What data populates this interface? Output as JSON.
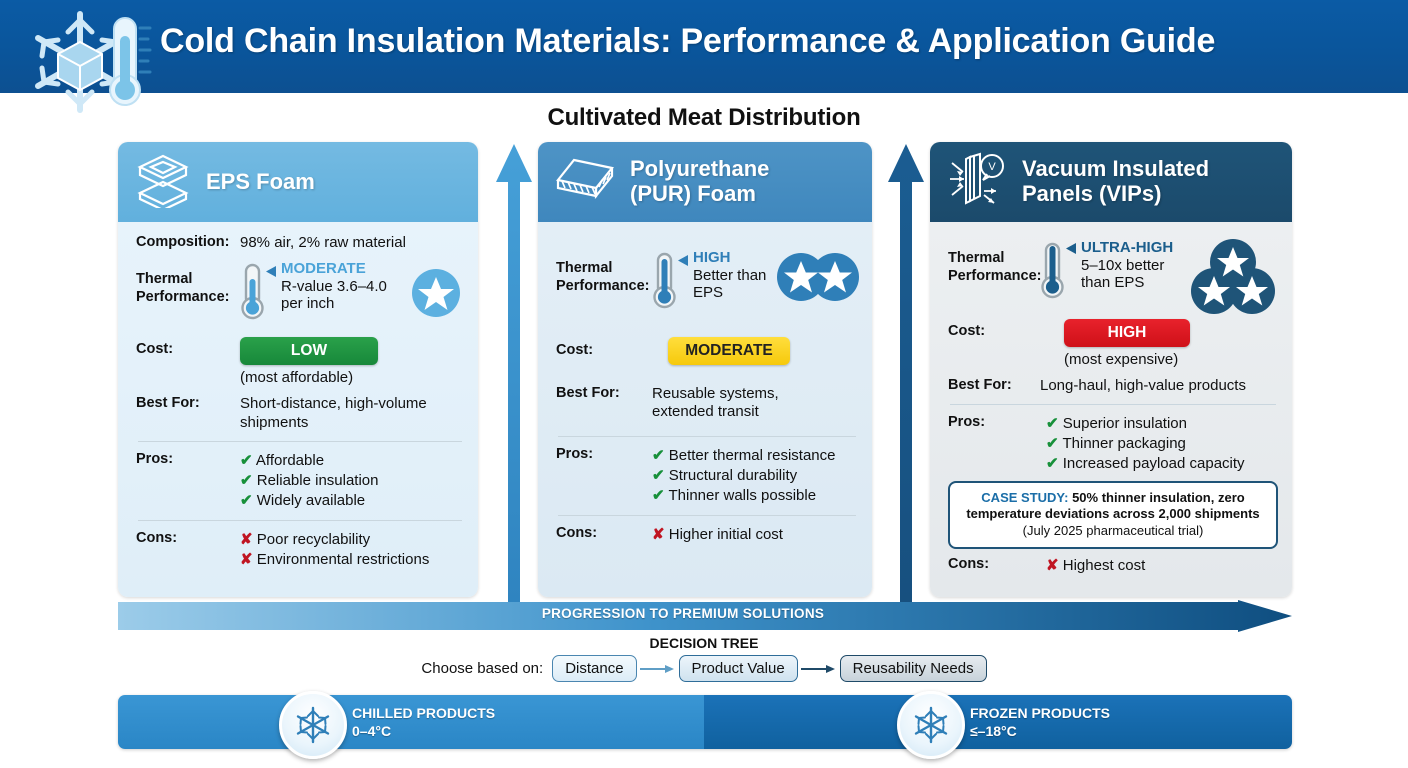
{
  "header": {
    "title": "Cold Chain Insulation Materials: Performance & Application Guide",
    "logo_icon": "snowflake-thermometer-icon",
    "bar_color": "#0a559b"
  },
  "subtitle": "Cultivated Meat Distribution",
  "columns": [
    {
      "id": "eps",
      "name": "EPS Foam",
      "icon": "stacked-foam-blocks-icon",
      "header_color": "#61b0dd",
      "rows": {
        "composition_label": "Composition:",
        "composition_value": "98% air, 2% raw material",
        "thermal_label": "Thermal\nPerformance:",
        "thermal_level": "MODERATE",
        "thermal_level_color": "#4aa3d8",
        "thermal_detail": "R-value 3.6–4.0\nper inch",
        "star_count": 1,
        "cost_label": "Cost:",
        "cost_value": "LOW",
        "cost_color": "#17883a",
        "cost_note": "(most affordable)",
        "bestfor_label": "Best For:",
        "bestfor_value": "Short-distance, high-volume\nshipments",
        "pros_label": "Pros:",
        "pros": [
          "Affordable",
          "Reliable insulation",
          "Widely available"
        ],
        "cons_label": "Cons:",
        "cons": [
          "Poor recyclability",
          "Environmental restrictions"
        ]
      }
    },
    {
      "id": "pur",
      "name": "Polyurethane\n(PUR) Foam",
      "icon": "layered-panel-icon",
      "header_color": "#3f87bd",
      "rows": {
        "thermal_label": "Thermal\nPerformance:",
        "thermal_level": "HIGH",
        "thermal_level_color": "#2f7fb8",
        "thermal_detail": "Better than\nEPS",
        "star_count": 2,
        "cost_label": "Cost:",
        "cost_value": "MODERATE",
        "cost_color": "#f6c90b",
        "bestfor_label": "Best For:",
        "bestfor_value": "Reusable systems,\nextended transit",
        "pros_label": "Pros:",
        "pros": [
          "Better thermal resistance",
          "Structural durability",
          "Thinner walls possible"
        ],
        "cons_label": "Cons:",
        "cons": [
          "Higher initial cost"
        ]
      }
    },
    {
      "id": "vip",
      "name": "Vacuum Insulated\nPanels (VIPs)",
      "icon": "vacuum-panel-icon",
      "header_color": "#1b4a6b",
      "rows": {
        "thermal_label": "Thermal\nPerformance:",
        "thermal_level": "ULTRA-HIGH",
        "thermal_level_color": "#1b5e8c",
        "thermal_detail": "5–10x better\nthan EPS",
        "star_count": 3,
        "cost_label": "Cost:",
        "cost_value": "HIGH",
        "cost_color": "#cf1018",
        "cost_note": "(most expensive)",
        "bestfor_label": "Best For:",
        "bestfor_value": "Long-haul, high-value products",
        "pros_label": "Pros:",
        "pros": [
          "Superior insulation",
          "Thinner packaging",
          "Increased payload capacity"
        ],
        "case_study_label": "CASE STUDY:",
        "case_study_bold": " 50% thinner insulation, zero temperature deviations across 2,000 shipments",
        "case_study_rest": " (July 2025 pharmaceutical trial)",
        "cons_label": "Cons:",
        "cons": [
          "Highest cost"
        ]
      }
    }
  ],
  "progression": {
    "text": "PROGRESSION TO PREMIUM SOLUTIONS",
    "start_color": "#8fc6e8",
    "end_color": "#0f4e80"
  },
  "decision_tree": {
    "title": "DECISION TREE",
    "prompt": "Choose based on:",
    "nodes": [
      "Distance",
      "Product Value",
      "Reusability Needs"
    ]
  },
  "temperature_bands": [
    {
      "icon": "snowflake-icon",
      "title": "CHILLED PRODUCTS",
      "range": "0–4°C",
      "color": "#2a86c6"
    },
    {
      "icon": "snowflake-icon",
      "title": "FROZEN PRODUCTS",
      "range": "≤–18°C",
      "color": "#10619f"
    }
  ]
}
